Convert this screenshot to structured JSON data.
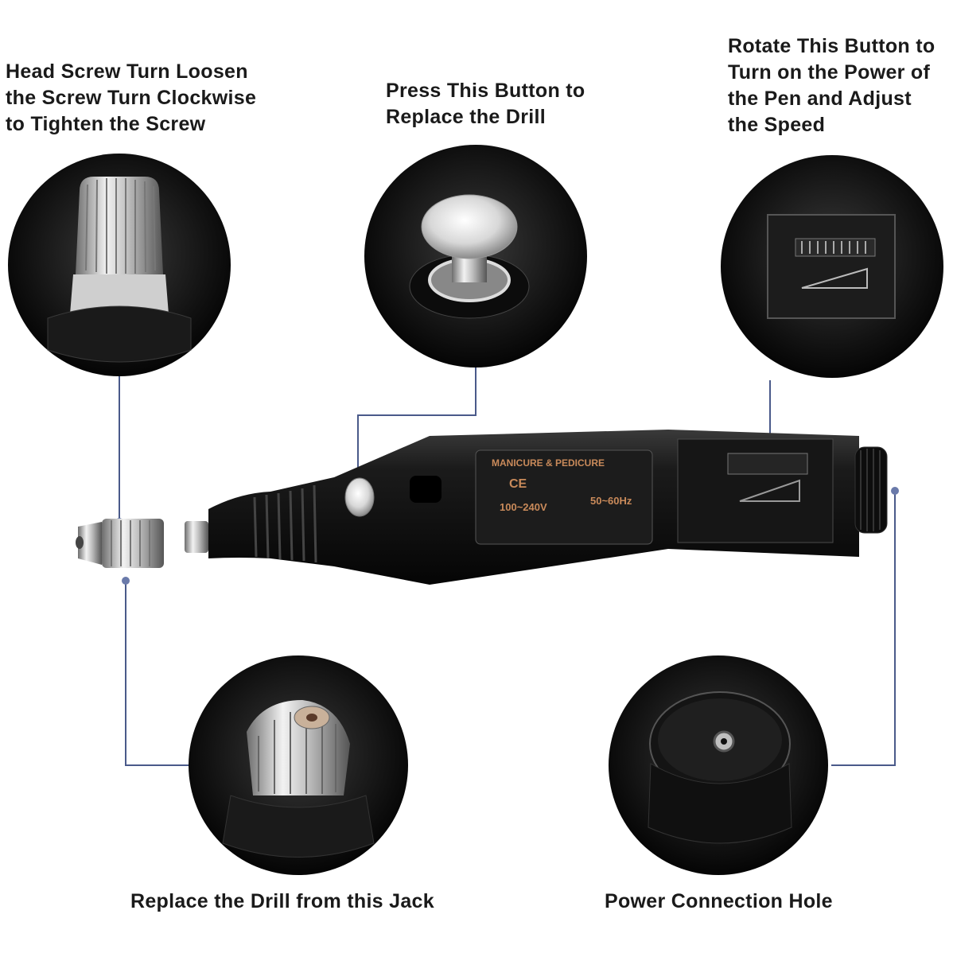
{
  "labels": {
    "head_screw": "Head Screw Turn Loosen\nthe Screw Turn Clockwise\nto Tighten the Screw",
    "press_button": "Press This Button to\nReplace the Drill",
    "rotate_button": "Rotate This Button to\nTurn on the Power of\nthe Pen and Adjust\nthe Speed",
    "drill_jack": "Replace the Drill from this Jack",
    "power_hole": "Power Connection Hole"
  },
  "device_marks": {
    "product_name": "MANICURE & PEDICURE",
    "ce": "CE",
    "voltage": "100~240V",
    "frequency": "50~60Hz"
  },
  "colors": {
    "connector_line": "#4a5a8a",
    "device_body": "#151515",
    "marking": "#c98a5a"
  }
}
